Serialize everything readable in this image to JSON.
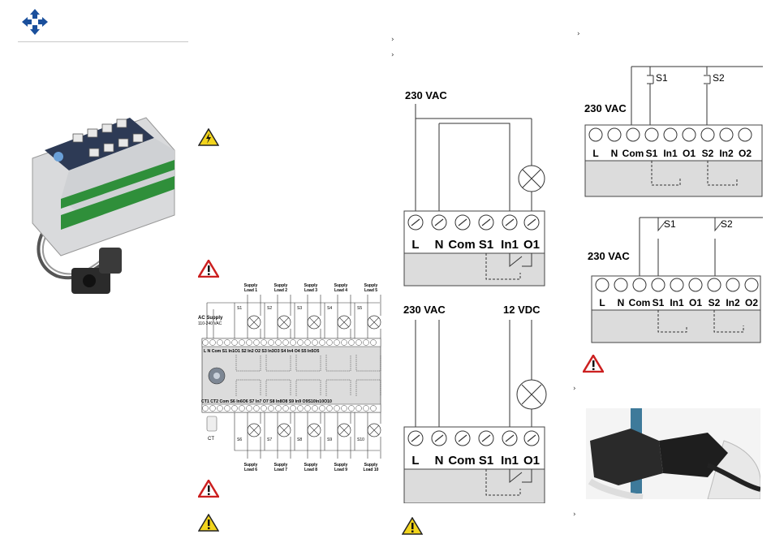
{
  "diagram_a": {
    "supply": "230 VAC",
    "terminals": [
      "L",
      "N",
      "Com",
      "S1",
      "In1",
      "O1"
    ]
  },
  "diagram_b": {
    "supply_ac": "230 VAC",
    "supply_dc": "12 VDC",
    "terminals": [
      "L",
      "N",
      "Com",
      "S1",
      "In1",
      "O1"
    ]
  },
  "diagram_c": {
    "supply": "230 VAC",
    "switch1": "S1",
    "switch2": "S2",
    "terminals": [
      "L",
      "N",
      "Com",
      "S1",
      "In1",
      "O1",
      "S2",
      "In2",
      "O2"
    ]
  },
  "diagram_d": {
    "supply": "230 VAC",
    "switch1": "S1",
    "switch2": "S2",
    "terminals": [
      "L",
      "N",
      "Com",
      "S1",
      "In1",
      "O1",
      "S2",
      "In2",
      "O2"
    ]
  },
  "module": {
    "supply_label": "AC Supply",
    "supply_range": "110-240 VAC",
    "top_loads": [
      "Supply\nLoad 1",
      "Supply\nLoad 2",
      "Supply\nLoad 3",
      "Supply\nLoad 4",
      "Supply\nLoad 5"
    ],
    "bottom_loads": [
      "Supply\nLoad 6",
      "Supply\nLoad 7",
      "Supply\nLoad 8",
      "Supply\nLoad 9",
      "Supply\nLoad 10"
    ],
    "top_switches": [
      "S1",
      "S2",
      "S3",
      "S4",
      "S5"
    ],
    "bottom_switches": [
      "S6",
      "S7",
      "S8",
      "S9",
      "S10"
    ],
    "top_terminals": "L  N Com S1 In1O1 S2 In2 O2 S3 In3O3 S4 In4 O4 S5 In5O5",
    "bottom_terminals": "CT1 CT2 Com S6 In6O6 S7 In7 O7 S8 In8O8 S9 In9 O9S10In10O10",
    "ct_label": "CT"
  },
  "colors": {
    "logo_blue": "#1a4f9c",
    "warning_red": "#cc1f1f",
    "warning_yellow": "#f2d41c",
    "panel_grey": "#dcdcdc"
  }
}
